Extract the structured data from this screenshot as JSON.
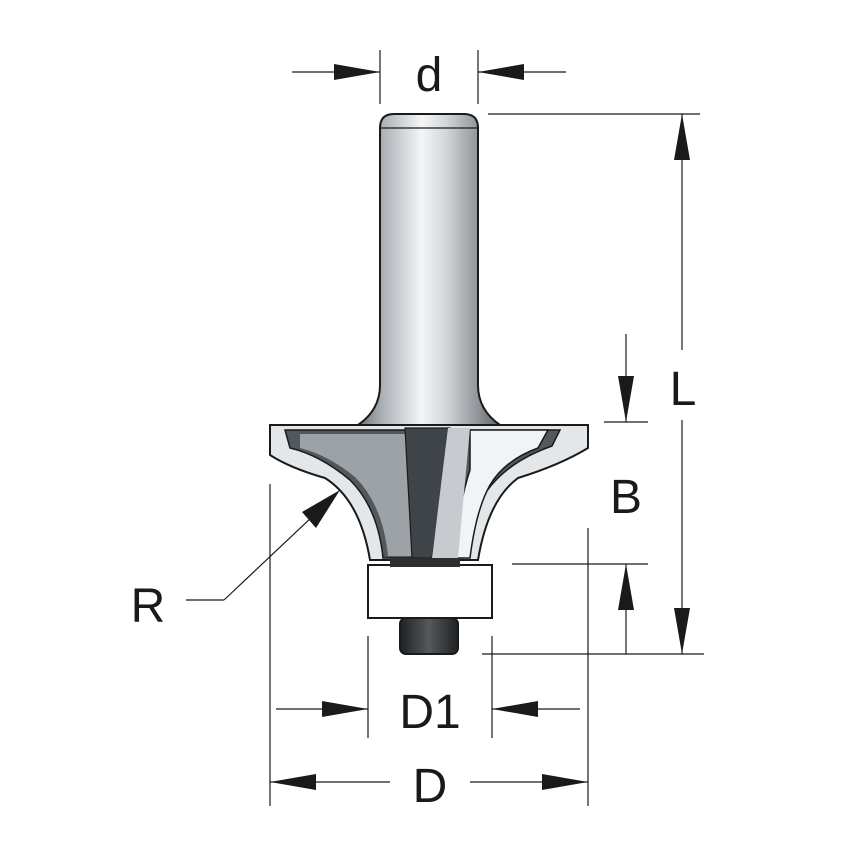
{
  "labels": {
    "shank_diameter": "d",
    "total_length": "L",
    "cutting_height": "B",
    "radius": "R",
    "bearing_diameter": "D1",
    "cutting_diameter": "D"
  },
  "colors": {
    "ink": "#1a1a1a",
    "steel_light": "#eef0f2",
    "steel_mid": "#b7bcc1",
    "steel_dark": "#5e6368",
    "bearing_dark": "#2b2e31"
  }
}
